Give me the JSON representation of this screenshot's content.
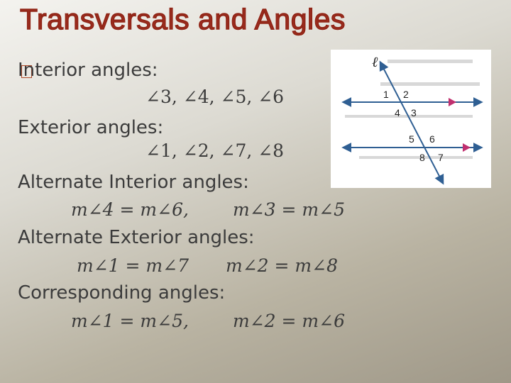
{
  "slide": {
    "title": "Transversals and Angles",
    "bullet_glyph": "square-bullet-icon"
  },
  "content": {
    "interior": {
      "heading": "Interior angles:",
      "list": "∠3, ∠4, ∠5, ∠6"
    },
    "exterior": {
      "heading": "Exterior angles:",
      "list": "∠1, ∠2, ∠7, ∠8"
    },
    "alt_interior": {
      "heading": "Alternate Interior angles:",
      "eq1_left": "m∠4",
      "eq1_right": "m∠6,",
      "eq2_left": "m∠3",
      "eq2_right": "m∠5"
    },
    "alt_exterior": {
      "heading": "Alternate Exterior angles:",
      "eq1_left": "m∠1",
      "eq1_right": "m∠7",
      "eq2_left": "m∠2",
      "eq2_right": "m∠8"
    },
    "corresponding": {
      "heading": "Corresponding angles:",
      "eq1_left": "m∠1",
      "eq1_right": "m∠5,",
      "eq2_left": "m∠2",
      "eq2_right": "m∠6"
    },
    "equals": "="
  },
  "figure": {
    "transversal_label": "ℓ",
    "angle_labels": [
      "1",
      "2",
      "4",
      "3",
      "5",
      "6",
      "8",
      "7"
    ],
    "colors": {
      "line": "#2f5f93",
      "arrow_line": "#2f5f93",
      "parallel_mark": "#c0306f",
      "background": "#ffffff"
    }
  },
  "colors": {
    "title": "#9a2b1e",
    "text": "#3b3b3b"
  }
}
